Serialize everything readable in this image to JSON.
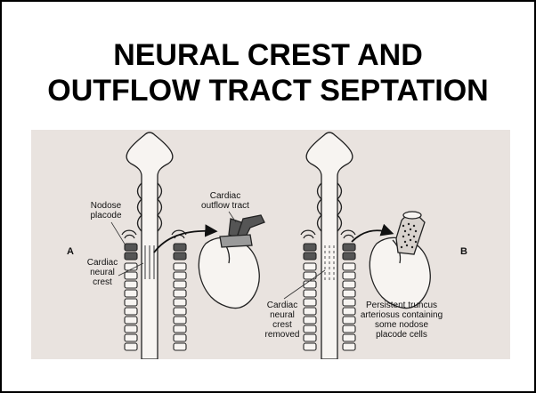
{
  "slide": {
    "title_line1": "NEURAL CREST AND",
    "title_line2": "OUTFLOW TRACT SEPTATION"
  },
  "figure": {
    "panel_a": "A",
    "panel_b": "B",
    "label_nodose_1": "Nodose",
    "label_nodose_2": "placode",
    "label_cardiac_outflow_1": "Cardiac",
    "label_cardiac_outflow_2": "outflow tract",
    "label_crest_1": "Cardiac",
    "label_crest_2": "neural",
    "label_crest_3": "crest",
    "label_removed_1": "Cardiac",
    "label_removed_2": "neural",
    "label_removed_3": "crest",
    "label_removed_4": "removed",
    "label_truncus_1": "Persistent truncus",
    "label_truncus_2": "arteriosus containing",
    "label_truncus_3": "some nodose",
    "label_truncus_4": "placode cells"
  },
  "colors": {
    "figure_background": "#e9e3df",
    "shading": "#555555",
    "highlight": "#9a9a9a"
  }
}
